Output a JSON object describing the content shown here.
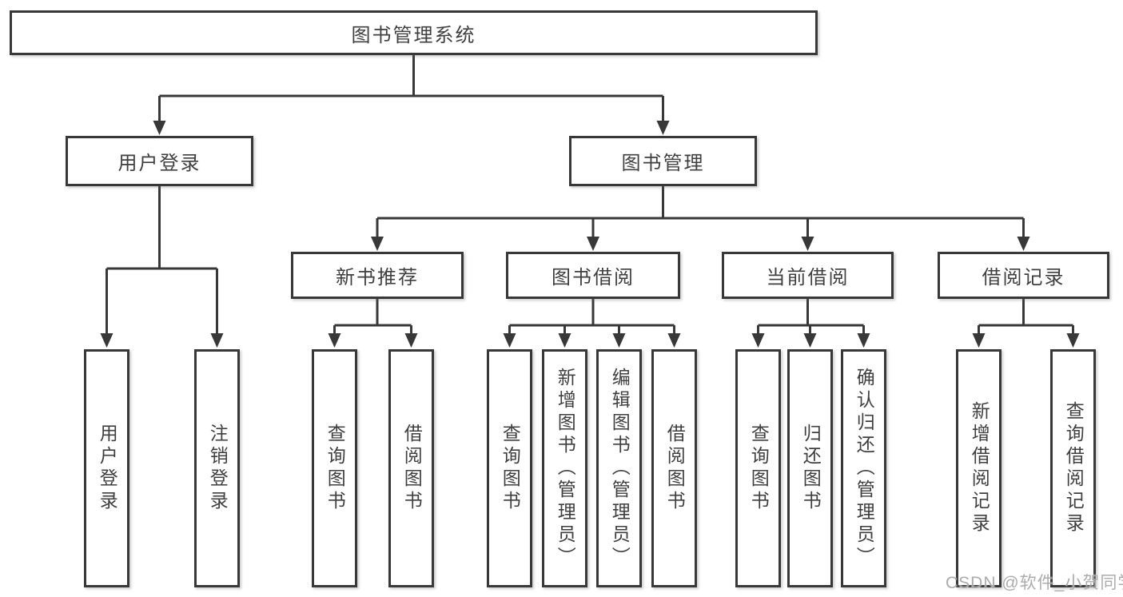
{
  "diagram": {
    "title": "图书管理系统",
    "root": {
      "label": "图书管理系统"
    },
    "level2": [
      {
        "label": "用户登录",
        "children": [
          "用户登录",
          "注销登录"
        ]
      },
      {
        "label": "图书管理",
        "modules": [
          {
            "label": "新书推荐",
            "children": [
              "查询图书",
              "借阅图书"
            ]
          },
          {
            "label": "图书借阅",
            "children": [
              "查询图书",
              "新增图书（管理员）",
              "编辑图书（管理员）",
              "借阅图书"
            ]
          },
          {
            "label": "当前借阅",
            "children": [
              "查询图书",
              "归还图书",
              "确认归还（管理员）"
            ]
          },
          {
            "label": "借阅记录",
            "children": [
              "新增借阅记录",
              "查询借阅记录"
            ]
          }
        ]
      }
    ]
  },
  "watermark": {
    "text": "CSDN @软件_小贺同学"
  },
  "colors": {
    "line": "#383838",
    "box_border": "#383838",
    "text": "#3f3f3f",
    "watermark": "#a8a8a8",
    "background": "#ffffff"
  }
}
